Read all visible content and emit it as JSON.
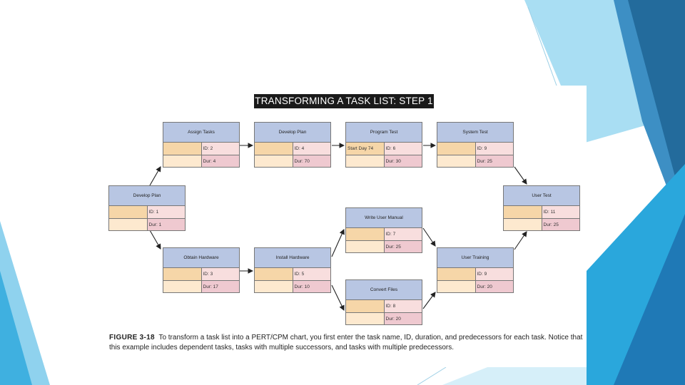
{
  "theme": {
    "accent_light": "#9ed8f0",
    "accent_mid": "#2aa7dc",
    "accent_dark": "#236b9c",
    "figure_bg": "#ffffff"
  },
  "figure": {
    "banner": "TRANSFORMING A TASK LIST: STEP 1",
    "caption_label": "FIGURE 3-18",
    "caption_text": "To transform a task list into a PERT/CPM chart, you first enter the task name, ID, duration, and predecessors for each task. Notice that this example includes dependent tasks, tasks with multiple successors, and tasks with multiple predecessors."
  },
  "nodes": {
    "develop_plan_start": {
      "name": "Develop Plan",
      "start": "",
      "id": "ID: 1",
      "dur": "Dur: 1"
    },
    "assign_tasks": {
      "name": "Assign Tasks",
      "start": "",
      "id": "ID: 2",
      "dur": "Dur: 4"
    },
    "develop_plan": {
      "name": "Develop Plan",
      "start": "",
      "id": "ID: 4",
      "dur": "Dur: 70"
    },
    "program_test": {
      "name": "Program Test",
      "start": "Start Day 74",
      "id": "ID: 6",
      "dur": "Dur: 30"
    },
    "system_test": {
      "name": "System Test",
      "start": "",
      "id": "ID: 9",
      "dur": "Dur: 25"
    },
    "obtain_hardware": {
      "name": "Obtain Hardware",
      "start": "",
      "id": "ID: 3",
      "dur": "Dur: 17"
    },
    "install_hardware": {
      "name": "Install Hardware",
      "start": "",
      "id": "ID: 5",
      "dur": "Dur: 10"
    },
    "write_user_manual": {
      "name": "Write User Manual",
      "start": "",
      "id": "ID: 7",
      "dur": "Dur: 25"
    },
    "convert_files": {
      "name": "Convert Files",
      "start": "",
      "id": "ID: 8",
      "dur": "Dur: 20"
    },
    "user_training": {
      "name": "User Training",
      "start": "",
      "id": "ID: 9",
      "dur": "Dur: 20"
    },
    "user_test": {
      "name": "User Test",
      "start": "",
      "id": "ID: 11",
      "dur": "Dur: 25"
    }
  }
}
